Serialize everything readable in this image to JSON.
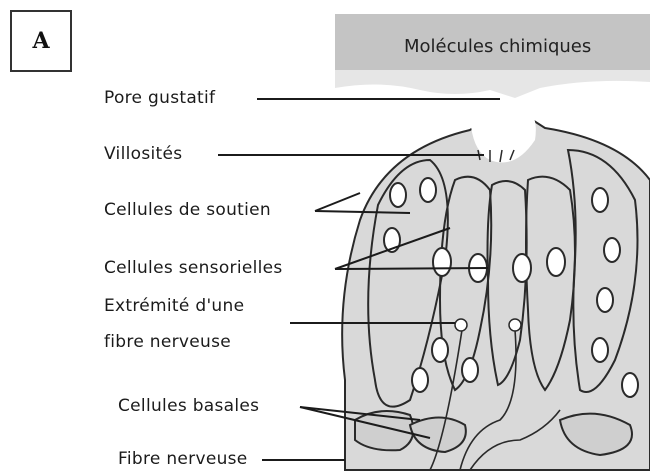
{
  "panel": {
    "letter": "A"
  },
  "banner": {
    "text": "Molécules chimiques"
  },
  "labels": {
    "pore": "Pore gustatif",
    "villosites": "Villosités",
    "soutien": "Cellules de soutien",
    "sensorielles": "Cellules sensorielles",
    "extremite_line1": "Extrémité d'une",
    "extremite_line2": "fibre nerveuse",
    "basales": "Cellules basales",
    "fibre": "Fibre nerveuse"
  },
  "colors": {
    "banner": "#c4c4c4",
    "tissue": "#d9d9d9",
    "cell_stroke": "#2a2a2a",
    "nucleus_fill": "#ffffff"
  }
}
